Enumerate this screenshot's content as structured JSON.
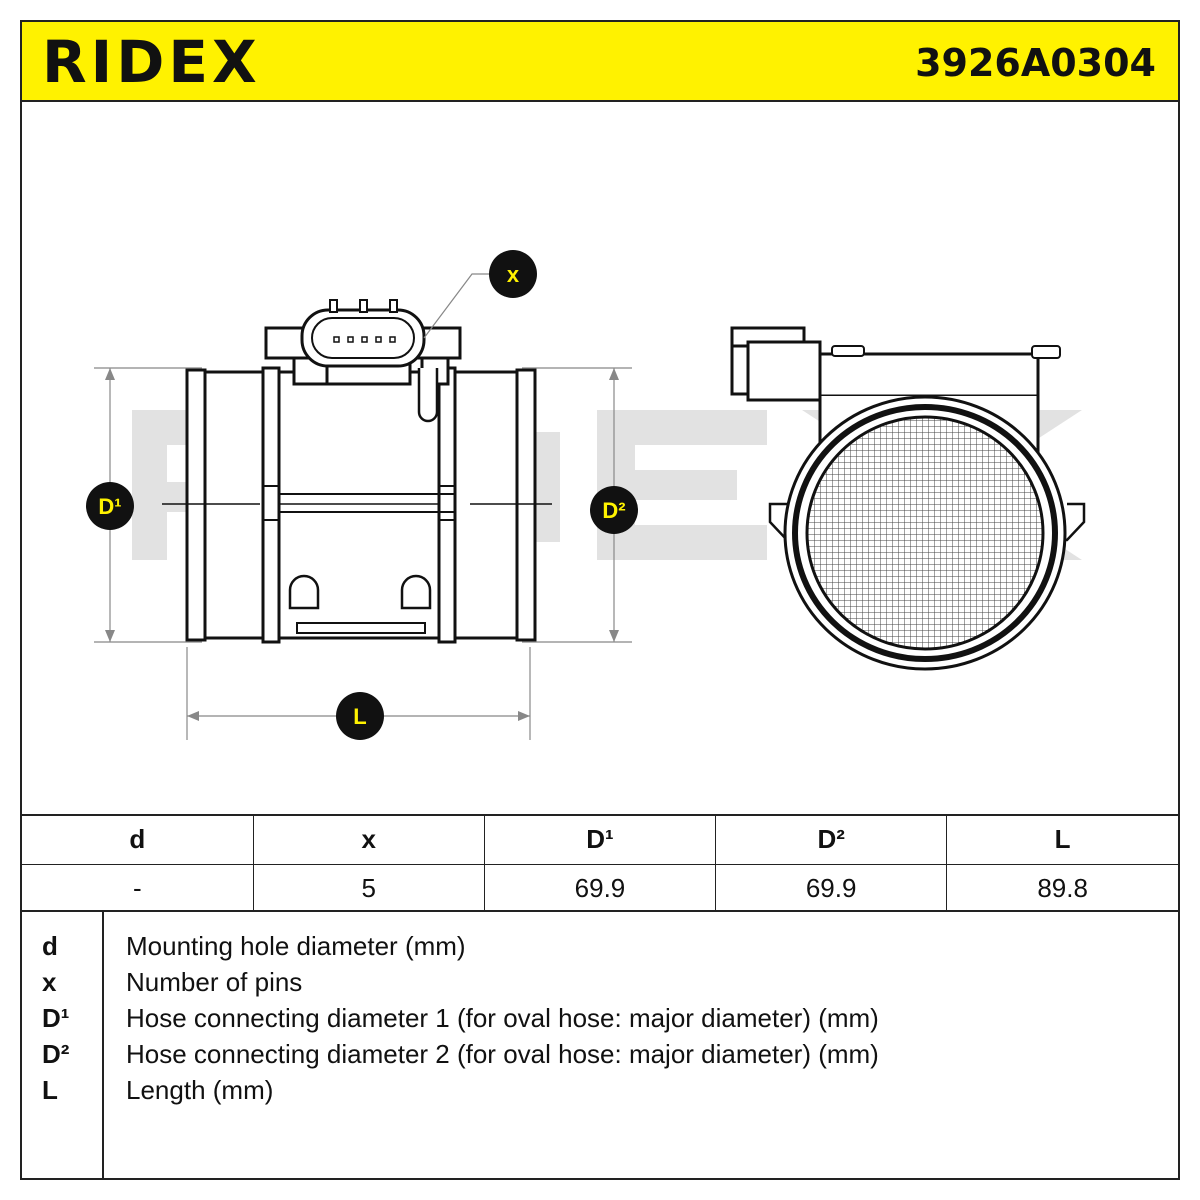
{
  "brand": "RIDEX",
  "part_number": "3926A0304",
  "drawing": {
    "callouts": {
      "pins": "x",
      "diameter_1": "D¹",
      "diameter_2": "D²",
      "length": "L"
    },
    "colors": {
      "header_background": "#fff200",
      "callout_fill": "#111111",
      "callout_text": "#fff200",
      "watermark": "#e2e2e2"
    }
  },
  "spec_table": {
    "columns": [
      "d",
      "x",
      "D¹",
      "D²",
      "L"
    ],
    "values": [
      "-",
      "5",
      "69.9",
      "69.9",
      "89.8"
    ]
  },
  "legend": [
    {
      "symbol": "d",
      "description": "Mounting hole diameter (mm)"
    },
    {
      "symbol": "x",
      "description": "Number of pins"
    },
    {
      "symbol": "D¹",
      "description": "Hose connecting diameter 1 (for oval hose: major diameter) (mm)"
    },
    {
      "symbol": "D²",
      "description": "Hose connecting diameter 2 (for oval hose: major diameter) (mm)"
    },
    {
      "symbol": "L",
      "description": "Length (mm)"
    }
  ]
}
